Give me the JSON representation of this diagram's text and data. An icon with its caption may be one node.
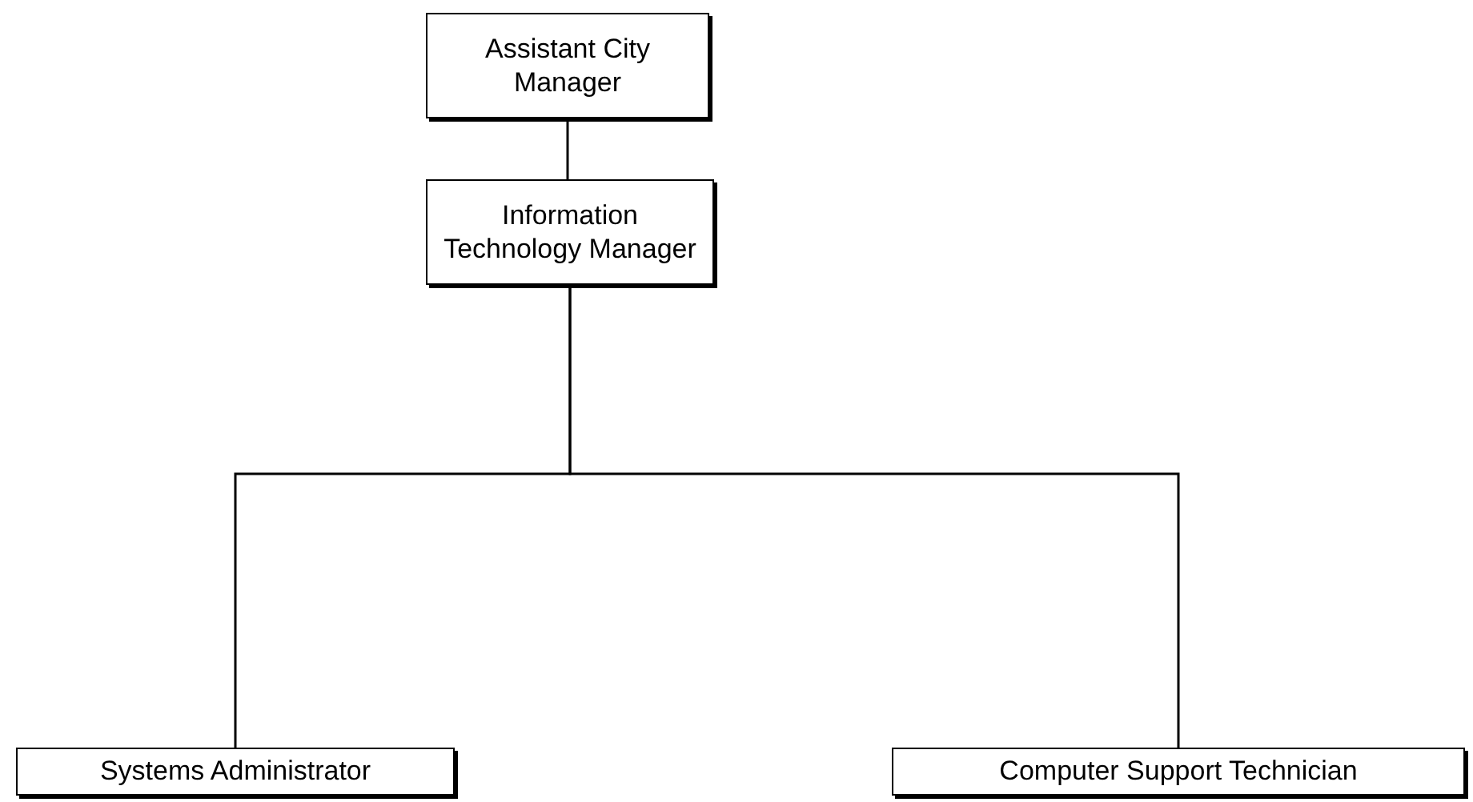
{
  "diagram": {
    "nodes": [
      {
        "text": [
          "Assistant City Manager"
        ]
      },
      {
        "text": [
          "Information Technology Manager"
        ]
      },
      {
        "text": [
          "Systems Administrator"
        ]
      },
      {
        "text": [
          "Computer Support Technician"
        ]
      }
    ],
    "edges": [
      {
        "from": 0,
        "to": 1,
        "arrow": "none"
      },
      {
        "from": 1,
        "to": 2,
        "arrow": "none"
      },
      {
        "from": 1,
        "to": 3,
        "arrow": "none"
      }
    ]
  }
}
